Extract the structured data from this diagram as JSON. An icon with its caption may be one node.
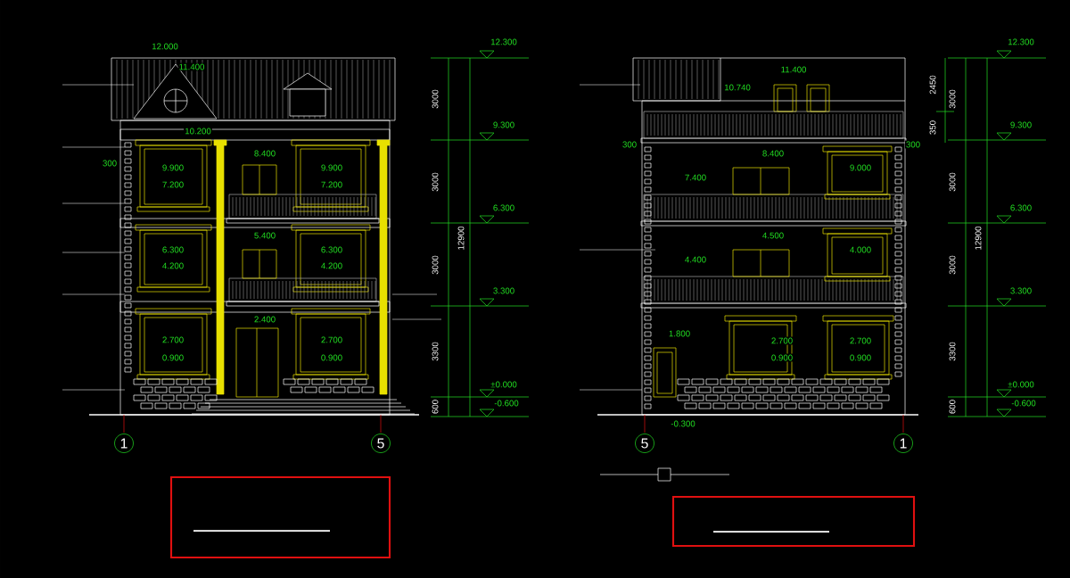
{
  "diagram": {
    "labels": [
      "12.000",
      "11.400",
      "10.200",
      "9.900",
      "7.200",
      "8.400",
      "9.900",
      "7.200",
      "5.400",
      "6.300",
      "4.200",
      "6.300",
      "4.200",
      "2.400",
      "2.700",
      "0.900",
      "2.700",
      "0.900",
      "300",
      "12.300",
      "3000",
      "9.300",
      "3000",
      "6.300",
      "3000",
      "3.300",
      "3300",
      "±0.000",
      "600",
      "-0.600",
      "12900",
      "1",
      "5",
      "11.400",
      "10.740",
      "300",
      "8.400",
      "7.400",
      "300",
      "9.000",
      "4.500",
      "4.400",
      "4.000",
      "1.800",
      "2.700",
      "0.900",
      "2.700",
      "0.900",
      "-0.300",
      "12.300",
      "2450",
      "3000",
      "350",
      "9.300",
      "3000",
      "6.300",
      "3000",
      "3.300",
      "3300",
      "±0.000",
      "600",
      "-0.600",
      "12900",
      "5",
      "1"
    ]
  }
}
